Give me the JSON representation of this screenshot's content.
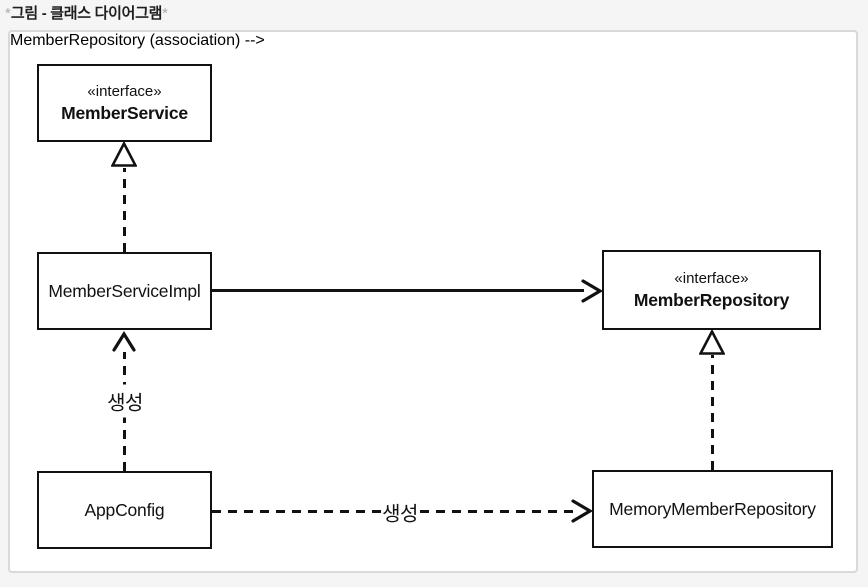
{
  "page": {
    "title": {
      "prefix": "*",
      "text": "그림 - 클래스 다이어그램",
      "suffix": "*"
    }
  },
  "diagram": {
    "type": "uml-class-diagram",
    "nodes": [
      {
        "id": "MemberService",
        "stereotype": "«interface»",
        "name": "MemberService"
      },
      {
        "id": "MemberServiceImpl",
        "stereotype": "",
        "name": "MemberServiceImpl"
      },
      {
        "id": "MemberRepository",
        "stereotype": "«interface»",
        "name": "MemberRepository"
      },
      {
        "id": "AppConfig",
        "stereotype": "",
        "name": "AppConfig"
      },
      {
        "id": "MemoryMemberRepository",
        "stereotype": "",
        "name": "MemoryMemberRepository"
      }
    ],
    "edges": [
      {
        "from": "MemberServiceImpl",
        "to": "MemberService",
        "type": "realization",
        "line": "dashed",
        "arrowhead": "hollow-triangle",
        "label": ""
      },
      {
        "from": "AppConfig",
        "to": "MemberServiceImpl",
        "type": "dependency",
        "line": "dashed",
        "arrowhead": "open",
        "label": "생성"
      },
      {
        "from": "MemberServiceImpl",
        "to": "MemberRepository",
        "type": "association",
        "line": "solid",
        "arrowhead": "open",
        "label": ""
      },
      {
        "from": "AppConfig",
        "to": "MemoryMemberRepository",
        "type": "dependency",
        "line": "dashed",
        "arrowhead": "open",
        "label": "생성"
      },
      {
        "from": "MemoryMemberRepository",
        "to": "MemberRepository",
        "type": "realization",
        "line": "dashed",
        "arrowhead": "hollow-triangle",
        "label": ""
      }
    ],
    "colors": {
      "stroke": "#111111",
      "box_background": "#ffffff",
      "frame_border": "#d9d9d9",
      "page_background": "#f5f5f5",
      "title_text": "#1f1f1f",
      "title_asterisk": "#ababab"
    }
  }
}
